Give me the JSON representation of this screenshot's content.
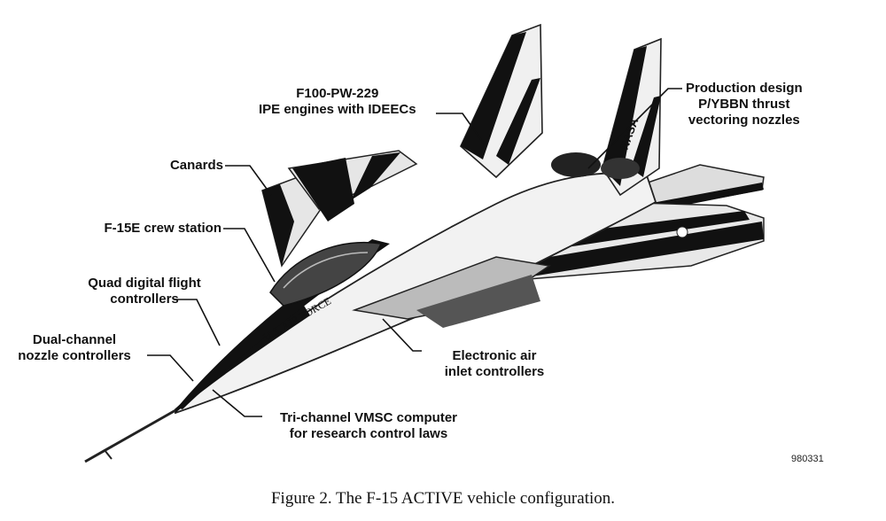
{
  "labels": {
    "engines": [
      "F100-PW-229",
      "IPE engines with IDEECs"
    ],
    "nozzles": [
      "Production design",
      "P/YBBN thrust",
      "vectoring nozzles"
    ],
    "canards": [
      "Canards"
    ],
    "crew": [
      "F-15E crew station"
    ],
    "quad": [
      "Quad digital flight",
      "controllers"
    ],
    "dual": [
      "Dual-channel",
      "nozzle controllers"
    ],
    "inlet": [
      "Electronic air",
      "inlet controllers"
    ],
    "vmsc": [
      "Tri-channel VMSC computer",
      "for research control laws"
    ]
  },
  "markings": {
    "fuselage": "U.S. AIR FORCE",
    "tail": "NASA"
  },
  "figure_code": "980331",
  "caption": "Figure 2. The F-15 ACTIVE vehicle configuration."
}
